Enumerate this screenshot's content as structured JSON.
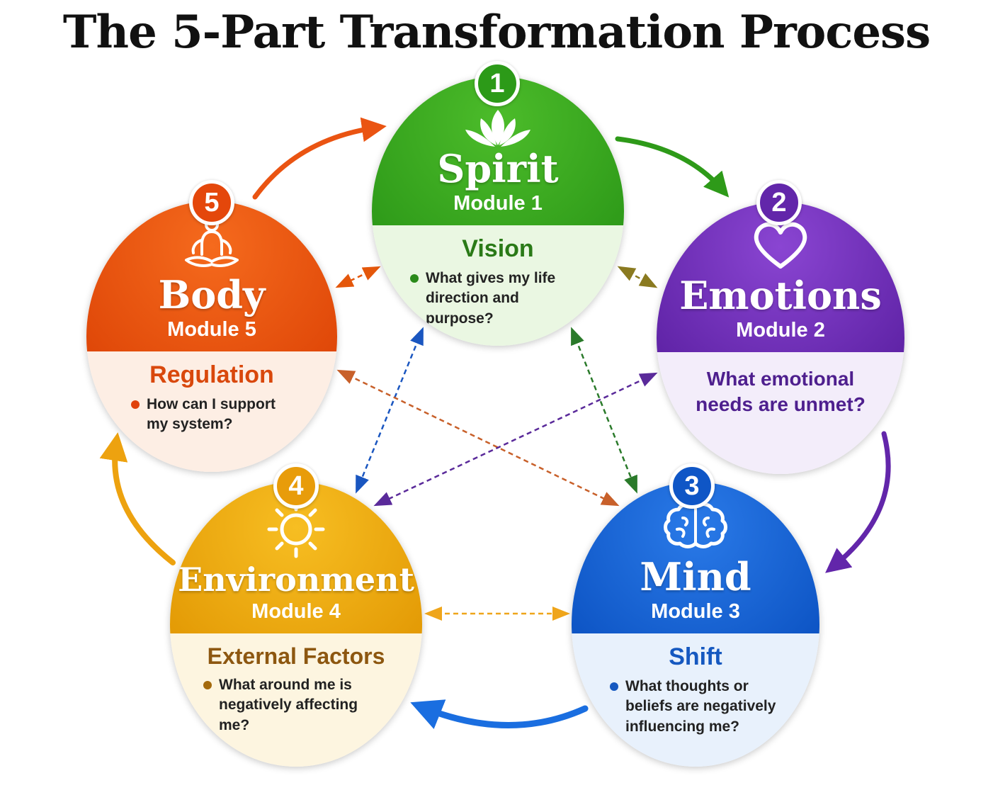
{
  "title": "The 5-Part Transformation Process",
  "modules": [
    {
      "number": "1",
      "name": "Spirit",
      "module": "Module 1",
      "subtitle": "Vision",
      "question": "What gives my life direction and purpose?",
      "icon": "lotus-icon",
      "color": "#2e9a19"
    },
    {
      "number": "2",
      "name": "Emotions",
      "module": "Module 2",
      "subtitle": "",
      "question": "What emotional needs are unmet?",
      "icon": "heart-icon",
      "color": "#6226aa"
    },
    {
      "number": "3",
      "name": "Mind",
      "module": "Module 3",
      "subtitle": "Shift",
      "question": "What thoughts or beliefs are negatively influencing me?",
      "icon": "brain-icon",
      "color": "#0f56c6"
    },
    {
      "number": "4",
      "name": "Environment",
      "module": "Module 4",
      "subtitle": "External Factors",
      "question": "What around me is negatively affecting me?",
      "icon": "sun-icon",
      "color": "#e89c0a"
    },
    {
      "number": "5",
      "name": "Body",
      "module": "Module 5",
      "subtitle": "Regulation",
      "question": "How can I support my system?",
      "icon": "meditation-icon",
      "color": "#e4470b"
    }
  ],
  "cycle_arrows": [
    {
      "from": "Spirit",
      "to": "Emotions",
      "color": "#2e9a19"
    },
    {
      "from": "Emotions",
      "to": "Mind",
      "color": "#6226aa"
    },
    {
      "from": "Mind",
      "to": "Environment",
      "color": "#1a6ee0"
    },
    {
      "from": "Environment",
      "to": "Body",
      "color": "#eda20f"
    },
    {
      "from": "Body",
      "to": "Spirit",
      "color": "#ea5412"
    }
  ],
  "dashed_links": [
    {
      "between": [
        "Spirit",
        "Body"
      ],
      "color": "#e4570b"
    },
    {
      "between": [
        "Spirit",
        "Emotions"
      ],
      "color": "#8a8a20"
    },
    {
      "between": [
        "Spirit",
        "Environment"
      ],
      "color": "#1a56c0"
    },
    {
      "between": [
        "Spirit",
        "Mind"
      ],
      "color": "#2a7a2a"
    },
    {
      "between": [
        "Body",
        "Mind"
      ],
      "color": "#c8602a"
    },
    {
      "between": [
        "Emotions",
        "Environment"
      ],
      "color": "#5a2a9a"
    },
    {
      "between": [
        "Environment",
        "Mind"
      ],
      "color": "#efa51a"
    }
  ]
}
